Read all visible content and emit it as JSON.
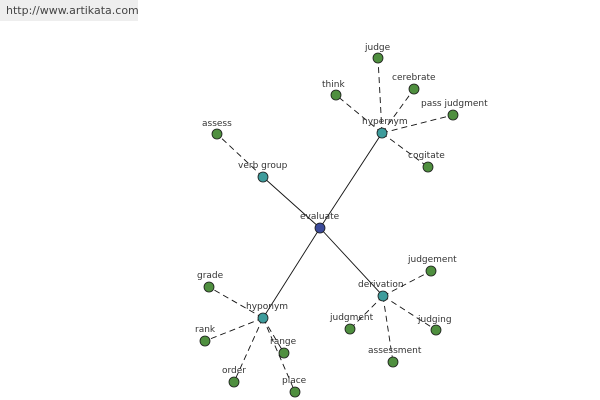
{
  "source_url": "http://www.artikata.com",
  "colors": {
    "center": "#3b4a99",
    "relation": "#3e9c9c",
    "word": "#4f8f3f"
  },
  "graph": {
    "center": "evaluate",
    "relations": [
      {
        "label": "verb group",
        "words": [
          "assess"
        ]
      },
      {
        "label": "hypernym",
        "words": [
          "judge",
          "think",
          "cerebrate",
          "pass judgment",
          "cogitate"
        ]
      },
      {
        "label": "derivation",
        "words": [
          "judgement",
          "judgment",
          "judging",
          "assessment"
        ]
      },
      {
        "label": "hyponym",
        "words": [
          "grade",
          "rank",
          "range",
          "order",
          "place"
        ]
      }
    ]
  }
}
